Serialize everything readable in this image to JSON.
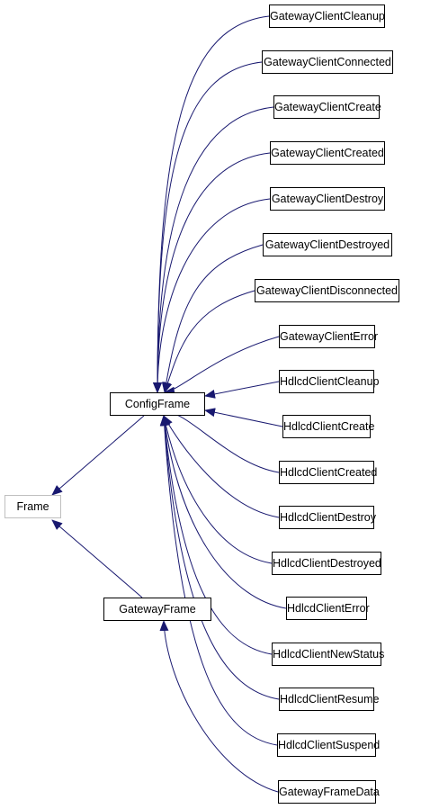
{
  "nodes": {
    "frame": "Frame",
    "config_frame": "ConfigFrame",
    "gateway_frame": "GatewayFrame"
  },
  "config_children": [
    "GatewayClientCleanup",
    "GatewayClientConnected",
    "GatewayClientCreate",
    "GatewayClientCreated",
    "GatewayClientDestroy",
    "GatewayClientDestroyed",
    "GatewayClientDisconnected",
    "GatewayClientError",
    "HdlcdClientCleanup",
    "HdlcdClientCreate",
    "HdlcdClientCreated",
    "HdlcdClientDestroy",
    "HdlcdClientDestroyed",
    "HdlcdClientError",
    "HdlcdClientNewStatus",
    "HdlcdClientResume",
    "HdlcdClientSuspend"
  ],
  "gateway_children": [
    "GatewayFrameData"
  ],
  "colors": {
    "edge": "#191970",
    "box_border": "#000000",
    "root_border": "#bfbfbf"
  }
}
